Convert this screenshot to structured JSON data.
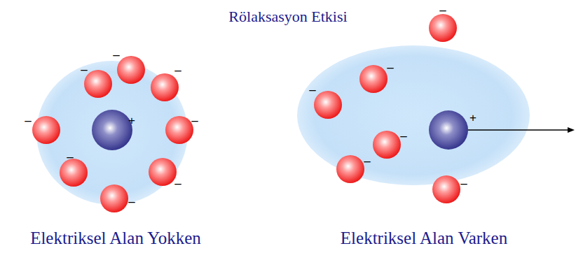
{
  "diagram": {
    "title": "Rölaksasyon Etkisi",
    "labels": [
      "Elektriksel Alan Yokken",
      "Elektriksel Alan Varken",
      "+",
      "–",
      "–",
      "–",
      "–",
      "–",
      "–",
      "–",
      "–",
      "+",
      "–",
      "–",
      "–",
      "–",
      "–",
      "–"
    ]
  }
}
